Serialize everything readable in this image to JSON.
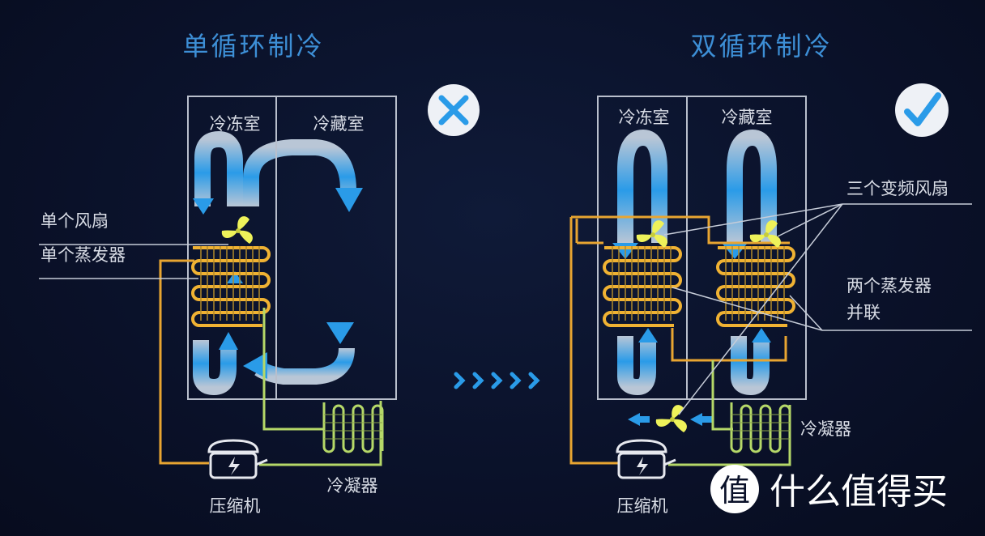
{
  "left": {
    "title": "单循环制冷",
    "status_icon": "cross-icon",
    "freezer_label": "冷冻室",
    "fridge_label": "冷藏室",
    "fan_label": "单个风扇",
    "evaporator_label": "单个蒸发器",
    "compressor_label": "压缩机",
    "condenser_label": "冷凝器"
  },
  "right": {
    "title": "双循环制冷",
    "status_icon": "check-icon",
    "freezer_label": "冷冻室",
    "fridge_label": "冷藏室",
    "fan_label": "三个变频风扇",
    "evaporator_label_line1": "两个蒸发器",
    "evaporator_label_line2": "并联",
    "compressor_label": "压缩机",
    "condenser_label": "冷凝器"
  },
  "watermark": {
    "logo_char": "值",
    "text": "什么值得买"
  },
  "colors": {
    "background": "#0a1129",
    "title": "#3d8fd6",
    "air_blue": "#2a9be8",
    "pipe_orange": "#e8a531",
    "pipe_green": "#b5d868",
    "fan": "#eef25a"
  }
}
